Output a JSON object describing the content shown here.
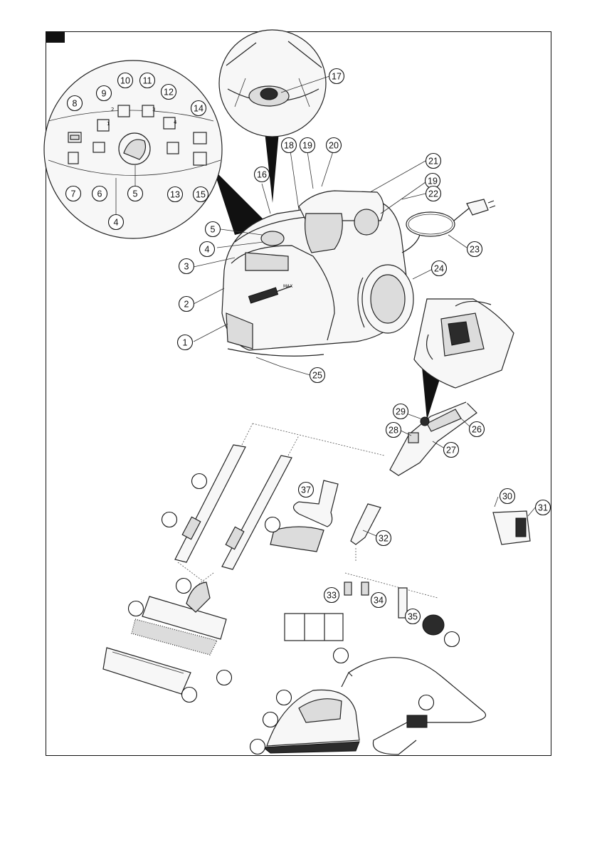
{
  "figure": {
    "corner_tag": "",
    "accent_color": "#111111",
    "callouts": [
      {
        "id": "c1",
        "label": "1"
      },
      {
        "id": "c2",
        "label": "2"
      },
      {
        "id": "c3",
        "label": "3"
      },
      {
        "id": "c4a",
        "label": "4"
      },
      {
        "id": "c4b",
        "label": "4"
      },
      {
        "id": "c5a",
        "label": "5"
      },
      {
        "id": "c5b",
        "label": "5"
      },
      {
        "id": "c6",
        "label": "6"
      },
      {
        "id": "c7",
        "label": "7"
      },
      {
        "id": "c8",
        "label": "8"
      },
      {
        "id": "c9",
        "label": "9"
      },
      {
        "id": "c10",
        "label": "10"
      },
      {
        "id": "c11",
        "label": "11"
      },
      {
        "id": "c12",
        "label": "12"
      },
      {
        "id": "c13",
        "label": "13"
      },
      {
        "id": "c14",
        "label": "14"
      },
      {
        "id": "c15",
        "label": "15"
      },
      {
        "id": "c16",
        "label": "16"
      },
      {
        "id": "c17",
        "label": "17"
      },
      {
        "id": "c18",
        "label": "18"
      },
      {
        "id": "c19a",
        "label": "19"
      },
      {
        "id": "c19b",
        "label": "19"
      },
      {
        "id": "c20",
        "label": "20"
      },
      {
        "id": "c21",
        "label": "21"
      },
      {
        "id": "c22",
        "label": "22"
      },
      {
        "id": "c23",
        "label": "23"
      },
      {
        "id": "c24",
        "label": "24"
      },
      {
        "id": "c25",
        "label": "25"
      },
      {
        "id": "c26",
        "label": "26"
      },
      {
        "id": "c27",
        "label": "27"
      },
      {
        "id": "c28",
        "label": "28"
      },
      {
        "id": "c29",
        "label": "29"
      },
      {
        "id": "c30",
        "label": "30"
      },
      {
        "id": "c31",
        "label": "31"
      },
      {
        "id": "c32",
        "label": "32"
      },
      {
        "id": "c33",
        "label": "33"
      },
      {
        "id": "c34",
        "label": "34"
      },
      {
        "id": "c35",
        "label": "35"
      },
      {
        "id": "c37",
        "label": "37"
      },
      {
        "id": "u1",
        "label": ""
      },
      {
        "id": "u2",
        "label": ""
      },
      {
        "id": "u3",
        "label": ""
      },
      {
        "id": "u4",
        "label": ""
      },
      {
        "id": "u5",
        "label": ""
      },
      {
        "id": "u6",
        "label": ""
      },
      {
        "id": "u7",
        "label": ""
      },
      {
        "id": "u8",
        "label": ""
      },
      {
        "id": "u9",
        "label": ""
      },
      {
        "id": "u10",
        "label": ""
      },
      {
        "id": "u11",
        "label": ""
      },
      {
        "id": "u12",
        "label": ""
      },
      {
        "id": "u13",
        "label": ""
      }
    ],
    "control_panel": {
      "step_labels": [
        "1",
        "2",
        "3",
        "4"
      ],
      "max_mark": "MAX"
    },
    "icons": [
      "steam-station-icon",
      "iron-icon",
      "mop-nozzle-icon",
      "brush-icon",
      "power-plug-icon",
      "rotate-arrow-icon"
    ]
  }
}
